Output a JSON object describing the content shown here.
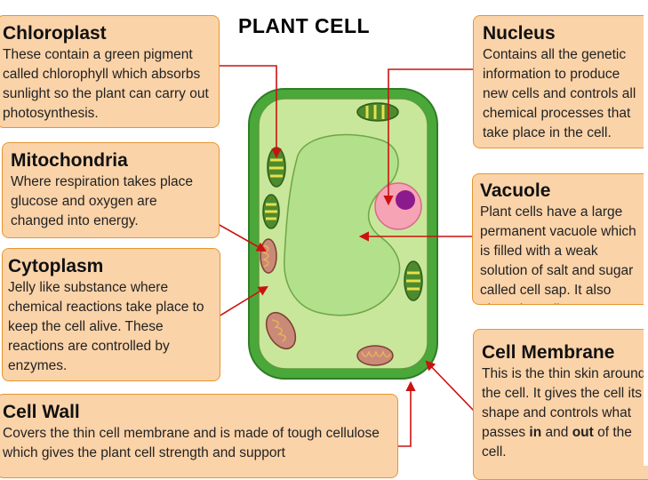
{
  "title": "PLANT CELL",
  "labels": {
    "chloroplast": {
      "heading": "Chloroplast",
      "text": "These contain a green pigment called chlorophyll which absorbs sunlight so the plant can carry out photosynthesis."
    },
    "mitochondria": {
      "heading": "Mitochondria",
      "text": "Where respiration takes place glucose and oxygen are changed into energy."
    },
    "cytoplasm": {
      "heading": "Cytoplasm",
      "text": "Jelly like substance where chemical reactions take place to keep the cell alive. These reactions are controlled by enzymes."
    },
    "cell_wall": {
      "heading": "Cell Wall",
      "text": "Covers the thin cell membrane and is made of tough cellulose which gives the plant cell strength and support"
    },
    "nucleus": {
      "heading": "Nucleus",
      "text": "Contains all the genetic information to produce new cells and controls all chemical processes that take place in the cell."
    },
    "vacuole": {
      "heading": "Vacuole",
      "text": "Plant cells have a large permanent vacuole which is filled with a weak solution of salt and sugar called cell sap. It also gives the cell support."
    },
    "cell_membrane": {
      "heading": "Cell Membrane",
      "text_before": "This is the thin skin around the cell. It gives the cell its shape and controls what passes ",
      "word_in": "in",
      "text_mid": " and ",
      "word_out": "out",
      "text_after": " of the cell."
    }
  },
  "colors": {
    "box_fill": "#fbd3a9",
    "box_border": "#e6962f",
    "arrow": "#cc1111",
    "cell_wall": "#4aa83a",
    "cytoplasm": "#c8e79a",
    "vacuole": "#b3e08a",
    "nucleus": "#f7a3b6",
    "nucleolus": "#8b1a8c"
  }
}
